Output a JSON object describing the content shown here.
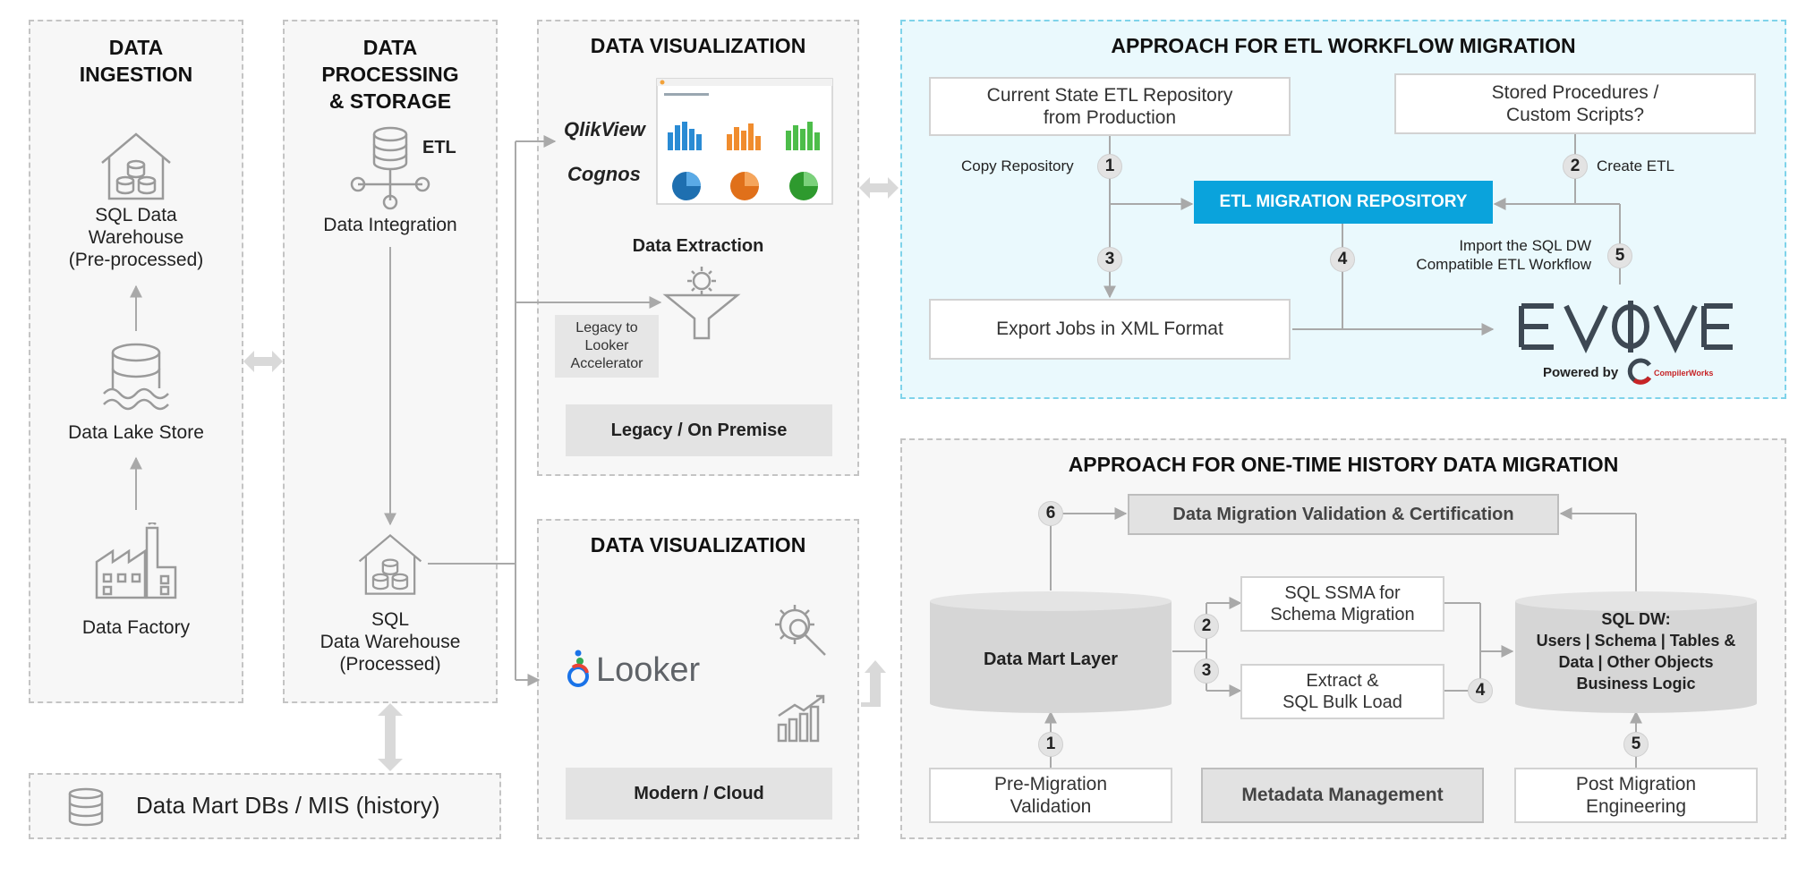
{
  "ingestion": {
    "title": "DATA\nINGESTION",
    "sql_dw": "SQL Data\nWarehouse\n(Pre-processed)",
    "lake": "Data Lake Store",
    "factory": "Data Factory"
  },
  "processing": {
    "title": "DATA\nPROCESSING\n& STORAGE",
    "etl": "ETL",
    "integration": "Data Integration",
    "sql_dw": "SQL\nData Warehouse\n(Processed)"
  },
  "datamart": {
    "label": "Data Mart DBs / MIS (history)"
  },
  "viz_legacy": {
    "title": "DATA VISUALIZATION",
    "qlikview": "QlikView",
    "cognos": "Cognos",
    "extraction": "Data Extraction",
    "accelerator": "Legacy to\nLooker\nAccelerator",
    "footer": "Legacy / On Premise"
  },
  "viz_modern": {
    "title": "DATA VISUALIZATION",
    "looker": "Looker",
    "footer": "Modern / Cloud"
  },
  "etl_migration": {
    "title": "APPROACH FOR ETL WORKFLOW MIGRATION",
    "current_state": "Current State ETL Repository\nfrom Production",
    "stored_procs": "Stored Procedures /\nCustom Scripts?",
    "copy_repo": "Copy Repository",
    "create_etl": "Create ETL",
    "repo": "ETL MIGRATION REPOSITORY",
    "import": "Import the SQL DW\nCompatible ETL Workflow",
    "export": "Export Jobs in XML Format",
    "steps": [
      "1",
      "2",
      "3",
      "4",
      "5"
    ],
    "evolve": "EVOVE",
    "powered_by": "Powered by",
    "compilerworks": "CompilerWorks"
  },
  "history_migration": {
    "title": "APPROACH FOR ONE-TIME HISTORY DATA MIGRATION",
    "validation": "Data Migration Validation & Certification",
    "ssma": "SQL SSMA for\nSchema Migration",
    "datamart_layer": "Data Mart Layer",
    "extract": "Extract &\nSQL Bulk Load",
    "sqldw": "SQL DW:\nUsers  | Schema | Tables &\nData  | Other Objects\nBusiness Logic",
    "pre_migration": "Pre-Migration\nValidation",
    "metadata": "Metadata Management",
    "post_migration": "Post Migration\nEngineering",
    "steps": [
      "1",
      "2",
      "3",
      "4",
      "5",
      "6"
    ]
  },
  "colors": {
    "accent": "#0aa3dc",
    "cyan_bg": "#eaf9fd",
    "gray_line": "#a9a9a9",
    "evolve": "#3d4853",
    "compilerworks_red": "#c72426"
  }
}
